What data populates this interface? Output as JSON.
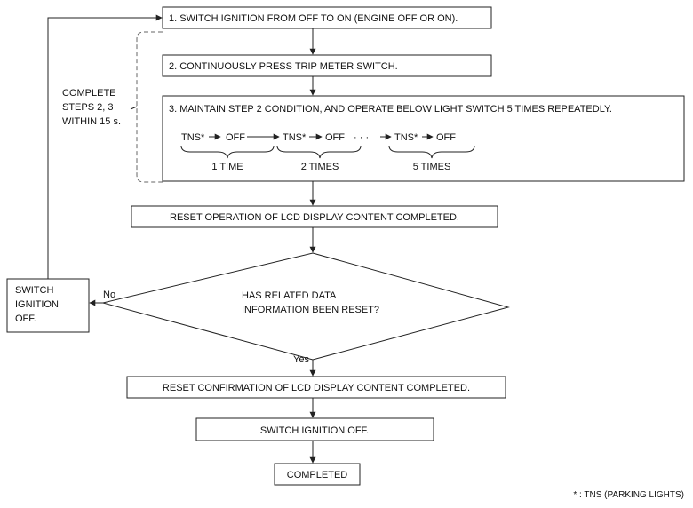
{
  "steps": {
    "step1": "1. SWITCH IGNITION FROM OFF TO ON (ENGINE OFF OR ON).",
    "step2": "2. CONTINUOUSLY PRESS TRIP METER SWITCH.",
    "step3": "3. MAINTAIN STEP 2 CONDITION, AND OPERATE BELOW LIGHT SWITCH 5 TIMES REPEATEDLY.",
    "reset_operation": "RESET OPERATION OF LCD DISPLAY CONTENT COMPLETED.",
    "decision_line1": "HAS RELATED DATA",
    "decision_line2": "INFORMATION BEEN RESET?",
    "reset_confirmation": "RESET CONFIRMATION OF LCD DISPLAY CONTENT COMPLETED.",
    "switch_off": "SWITCH IGNITION OFF.",
    "completed": "COMPLETED"
  },
  "sequence": {
    "tns": "TNS*",
    "off": "OFF",
    "dots": "· · ·",
    "groups": [
      "1 TIME",
      "2 TIMES",
      "5 TIMES"
    ]
  },
  "side_box": {
    "line1": "SWITCH",
    "line2": "IGNITION",
    "line3": "OFF."
  },
  "note": {
    "line1": "COMPLETE",
    "line2": "STEPS 2, 3",
    "line3": "WITHIN 15 s."
  },
  "branch": {
    "no": "No",
    "yes": "Yes"
  },
  "footnote": "* : TNS (PARKING LIGHTS)"
}
